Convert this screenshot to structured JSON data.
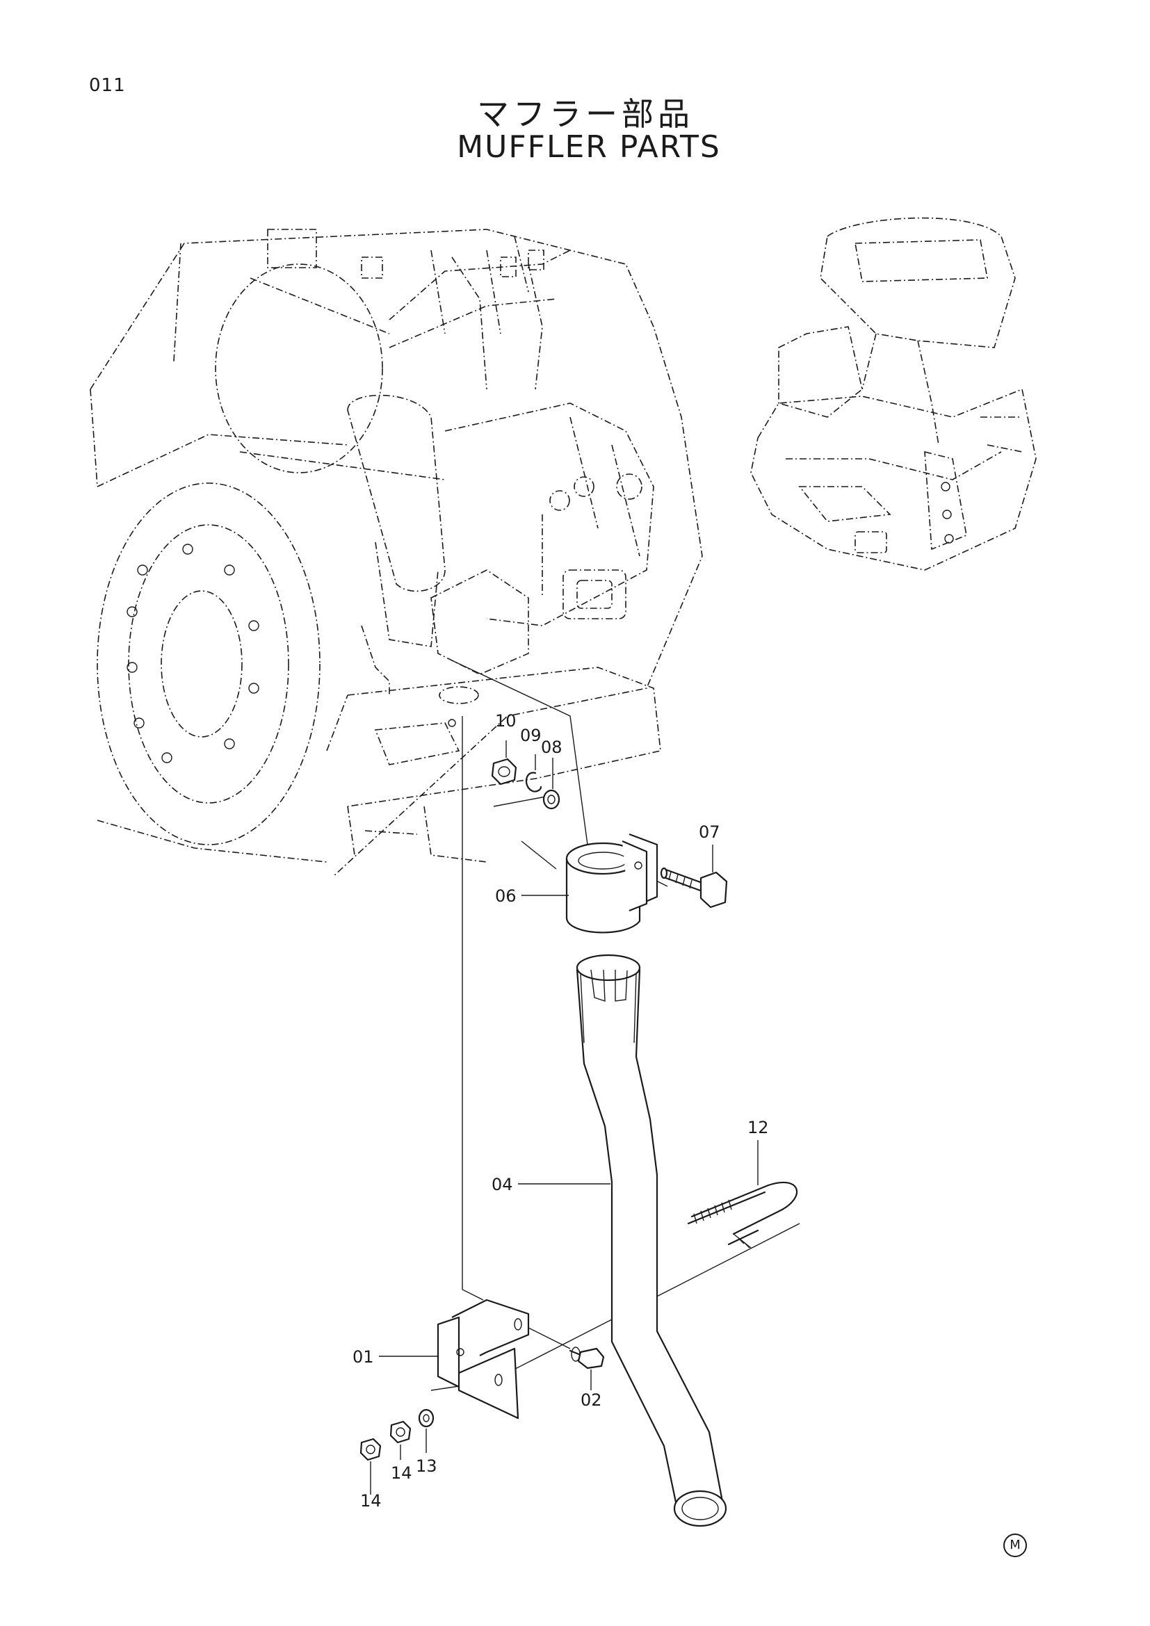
{
  "page_number": "011",
  "title_jp": "マフラー部品",
  "title_en": "MUFFLER PARTS",
  "callouts": [
    "10",
    "09",
    "08",
    "07",
    "06",
    "12",
    "04",
    "01",
    "02",
    "13",
    "14",
    "14"
  ],
  "footer_mark": "M"
}
